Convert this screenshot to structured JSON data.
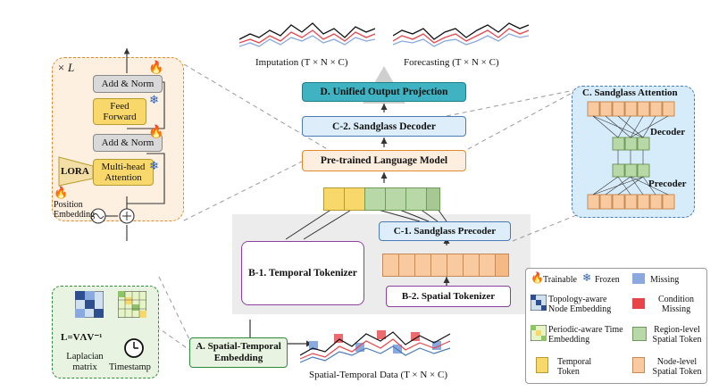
{
  "top": {
    "imputation_label": "Imputation (T × N × C)",
    "forecasting_label": "Forecasting (T × N × C)"
  },
  "modules": {
    "unified_output": "D. Unified Output Projection",
    "sandglass_decoder": "C-2. Sandglass Decoder",
    "plm": "Pre-trained Language Model",
    "sandglass_precoder": "C-1. Sandglass Precoder",
    "temporal_tokenizer": "B-1. Temporal Tokenizer",
    "spatial_tokenizer": "B-2. Spatial Tokenizer",
    "st_embedding": "A. Spatial-Temporal Embedding"
  },
  "transformer_block": {
    "repeat": "× L",
    "add_norm_top": "Add & Norm",
    "feed_forward": "Feed Forward",
    "add_norm_mid": "Add & Norm",
    "lora": "LORA",
    "multi_head": "Multi-head Attention",
    "position_embedding": "Position Embedding"
  },
  "sandglass": {
    "title": "C. Sandglass Attention",
    "decoder": "Decoder",
    "precoder": "Precoder"
  },
  "embedding_inputs": {
    "laplacian_formula": "L=VΛV⁻¹",
    "laplacian_label": "Laplacian matrix",
    "timestamp_label": "Timestamp"
  },
  "data_label": "Spatial-Temporal Data (T × N × C)",
  "legend": {
    "trainable": "Trainable",
    "frozen": "Frozen",
    "missing": "Missing",
    "topology": "Topology-aware Node Embedding",
    "condition_missing": "Condition Missing",
    "periodic": "Periodic-aware Time Embedding",
    "region": "Region-level Spatial Token",
    "temporal": "Temporal Token",
    "node": "Node-level Spatial Token"
  },
  "colors": {
    "output_fill": "#3fb3c2",
    "blue_box_fill": "#ddeefa",
    "blue_box_border": "#4a7bb7",
    "orange_border": "#e08a2c",
    "purple_border": "#8b3f9e",
    "green_border": "#2e8b3e",
    "temporal_token": "#f8d86a",
    "region_token": "#b9d8a7",
    "node_token": "#f9c9a0",
    "missing_blue": "#8aa9de",
    "missing_red": "#e8454a",
    "gray_panel": "#ececec"
  }
}
